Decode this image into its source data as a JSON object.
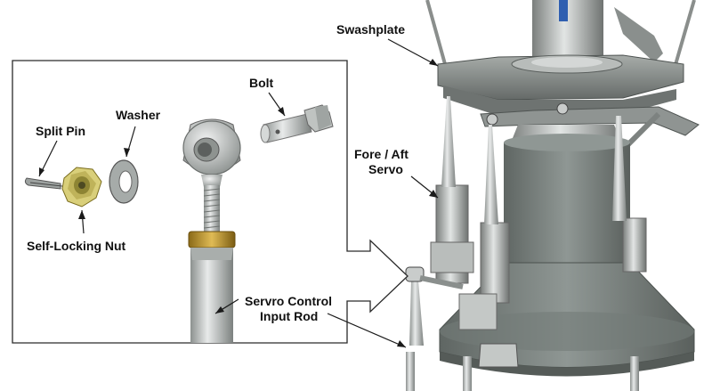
{
  "labels": {
    "swashplate": "Swashplate",
    "fore_aft_servo_line1": "Fore / Aft",
    "fore_aft_servo_line2": "Servo",
    "bolt": "Bolt",
    "washer": "Washer",
    "split_pin": "Split Pin",
    "self_locking_nut": "Self-Locking Nut",
    "control_rod_line1": "Servro Control",
    "control_rod_line2": "Input Rod"
  },
  "colors": {
    "metal_dark": "#6e7270",
    "metal_mid": "#9ba09d",
    "metal_light": "#d6d9d8",
    "casting": "#7d8582",
    "brass": "#c9a13a",
    "nut": "#d9cf7a",
    "accent_blue": "#2f5fb0"
  }
}
